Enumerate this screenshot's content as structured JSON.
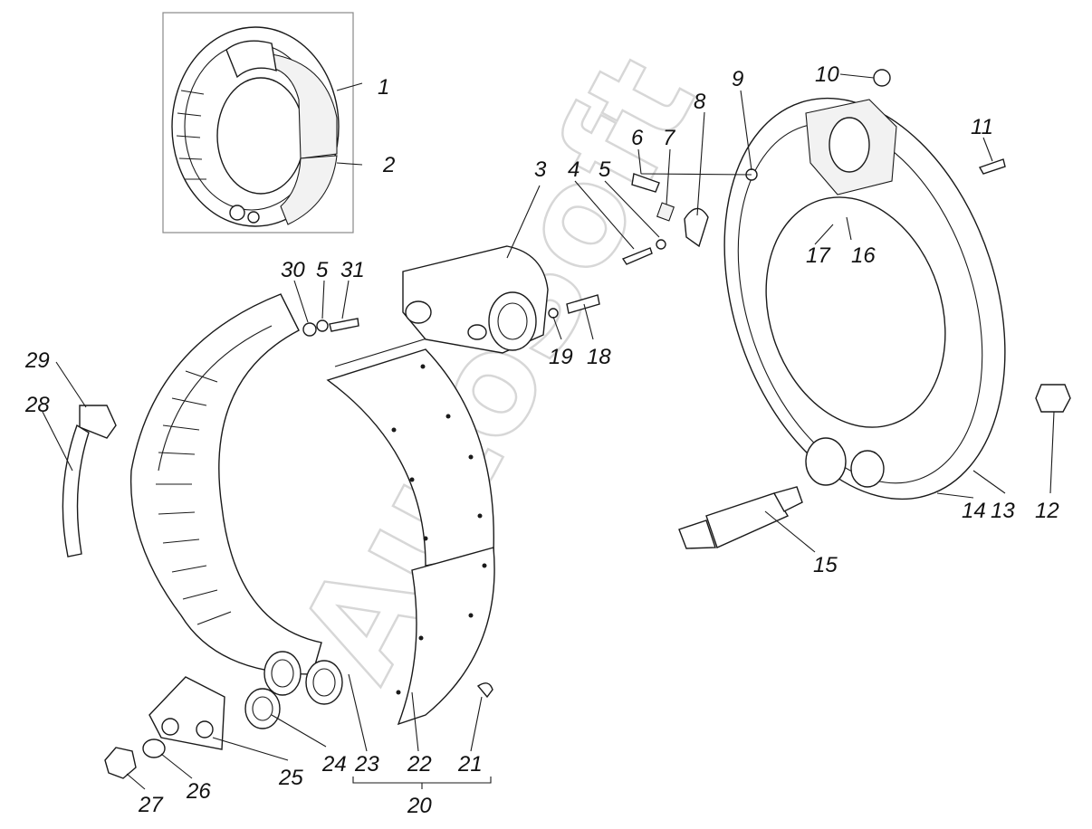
{
  "watermark": "AutoSoft",
  "callouts": {
    "c1": "1",
    "c2": "2",
    "c3": "3",
    "c4": "4",
    "c5a": "5",
    "c5b": "5",
    "c6": "6",
    "c7": "7",
    "c8": "8",
    "c9": "9",
    "c10": "10",
    "c11": "11",
    "c12": "12",
    "c13": "13",
    "c14": "14",
    "c15": "15",
    "c16": "16",
    "c17": "17",
    "c18": "18",
    "c19": "19",
    "c20": "20",
    "c21": "21",
    "c22": "22",
    "c23": "23",
    "c24": "24",
    "c25": "25",
    "c26": "26",
    "c27": "27",
    "c28": "28",
    "c29": "29",
    "c30": "30",
    "c31": "31"
  },
  "colors": {
    "line": "#1a1a1a",
    "background": "#ffffff",
    "watermark": "#d7d7d7"
  }
}
